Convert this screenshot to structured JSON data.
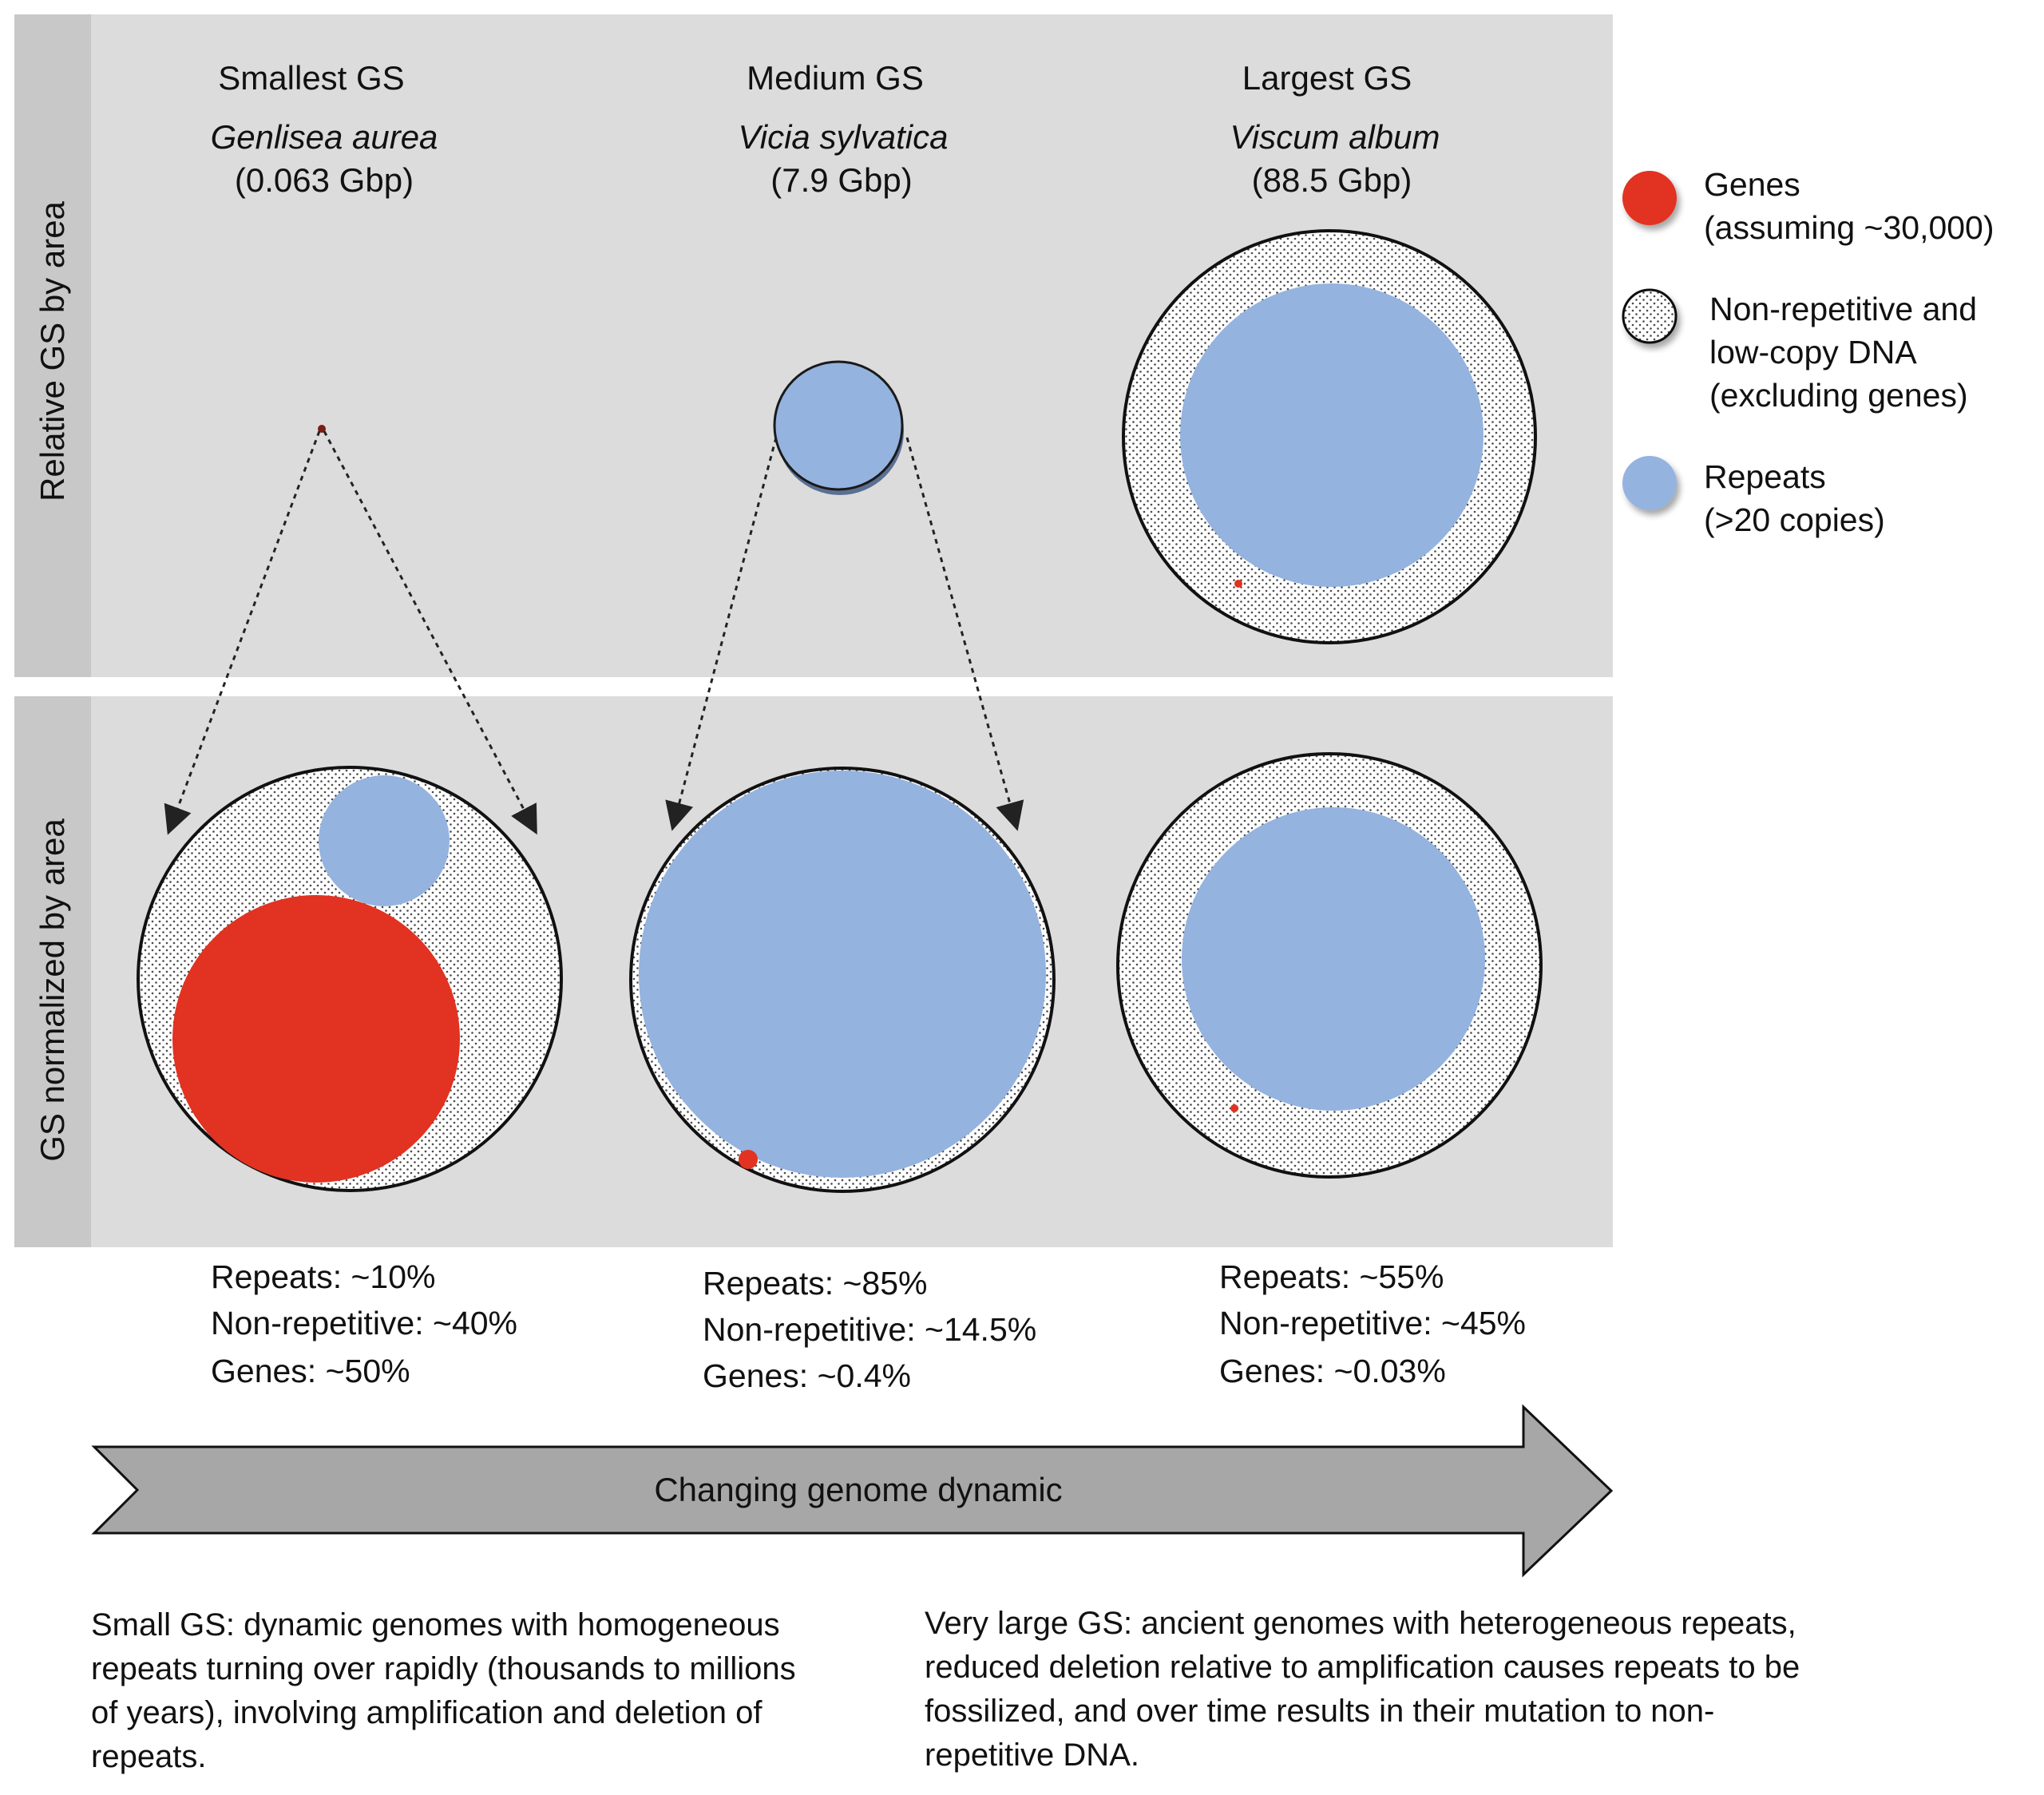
{
  "columns": [
    {
      "heading": "Smallest GS",
      "species": "Genlisea aurea",
      "size": "(0.063 Gbp)",
      "stats": [
        "Repeats: ~10%",
        "Non-repetitive: ~40%",
        "Genes: ~50%"
      ]
    },
    {
      "heading": "Medium GS",
      "species": "Vicia sylvatica",
      "size": "(7.9 Gbp)",
      "stats": [
        "Repeats: ~85%",
        "Non-repetitive: ~14.5%",
        "Genes: ~0.4%"
      ]
    },
    {
      "heading": "Largest GS",
      "species": "Viscum album",
      "size": "(88.5 Gbp)",
      "stats": [
        "Repeats: ~55%",
        "Non-repetitive: ~45%",
        "Genes: ~0.03%"
      ]
    }
  ],
  "row_labels": {
    "top": "Relative GS by area",
    "bottom": "GS normalized by area"
  },
  "legend": {
    "genes": [
      "Genes",
      "(assuming ~30,000)"
    ],
    "nonrep": [
      "Non-repetitive and",
      "low-copy DNA",
      "(excluding genes)"
    ],
    "repeats": [
      "Repeats",
      "(>20 copies)"
    ]
  },
  "arrow_label": "Changing genome dynamic",
  "descriptions": {
    "small": "Small GS: dynamic genomes with homogeneous repeats turning over rapidly (thousands to millions of years), involving amplification and deletion of repeats.",
    "large": "Very large GS: ancient genomes with heterogeneous repeats, reduced deletion relative to amplification causes repeats to be fossilized, and over time results in their mutation to non-repetitive DNA."
  },
  "colors": {
    "genes": "#e23222",
    "repeats": "#94b3df",
    "panel": "#dcdcdc",
    "label_strip": "#c8c8c8",
    "arrow": "#a7a7a7"
  }
}
